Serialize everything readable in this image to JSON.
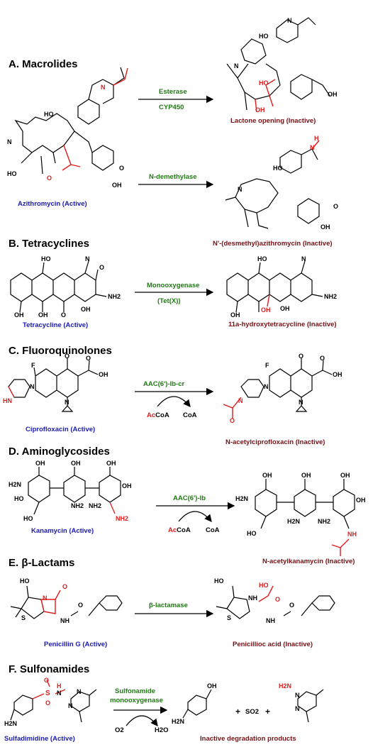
{
  "sections": {
    "a": "A. Macrolides",
    "b": "B. Tetracyclines",
    "c": "C. Fluoroquinolones",
    "d": "D. Aminoglycosides",
    "e": "E. β-Lactams",
    "f": "F. Sulfonamides"
  },
  "macrolides": {
    "active": "Azithromycin (Active)",
    "enzyme1a": "Esterase",
    "enzyme1b": "CYP450",
    "product1": "Lactone opening (Inactive)",
    "enzyme2": "N-demethylase",
    "product2": "N'-(desmethyl)azithromycin (Inactive)"
  },
  "tetracyclines": {
    "active": "Tetracycline (Active)",
    "enzyme_a": "Monooxygenase",
    "enzyme_b": "(Tet(X))",
    "product": "11a-hydroxytetracycline (Inactive)"
  },
  "fluoroquinolones": {
    "active": "Ciprofloxacin (Active)",
    "enzyme": "AAC(6')-Ib-cr",
    "cofactor_in_prefix": "Ac",
    "cofactor_in_suffix": "CoA",
    "cofactor_out": "CoA",
    "product": "N-acetylciprofloxacin (Inactive)"
  },
  "aminoglycosides": {
    "active": "Kanamycin (Active)",
    "enzyme": "AAC(6')-Ib",
    "cofactor_in_prefix": "Ac",
    "cofactor_in_suffix": "CoA",
    "cofactor_out": "CoA",
    "product": "N-acetylkanamycin (Inactive)"
  },
  "betalactams": {
    "active": "Penicillin G (Active)",
    "enzyme": "β-lactamase",
    "product": "Penicillioc acid (Inactive)"
  },
  "sulfonamides": {
    "active": "Sulfadimidine (Active)",
    "enzyme_a": "Sulfonamide",
    "enzyme_b": "monooxygenase",
    "cofactor_in": "O2",
    "cofactor_out": "H2O",
    "plus1": "+",
    "so2": "SO2",
    "plus2": "+",
    "product": "Inactive degradation products"
  },
  "atoms": {
    "N": "N",
    "NH": "NH",
    "NH2": "NH2",
    "H2N": "H2N",
    "HN": "HN",
    "HO": "HO",
    "OH": "OH",
    "O": "O",
    "F": "F",
    "S": "S",
    "H": "H"
  },
  "colors": {
    "active": "#1a1ab4",
    "inactive": "#7a1014",
    "enzyme": "#1f7a12",
    "modification": "#e21b1b",
    "bond": "#000000"
  }
}
